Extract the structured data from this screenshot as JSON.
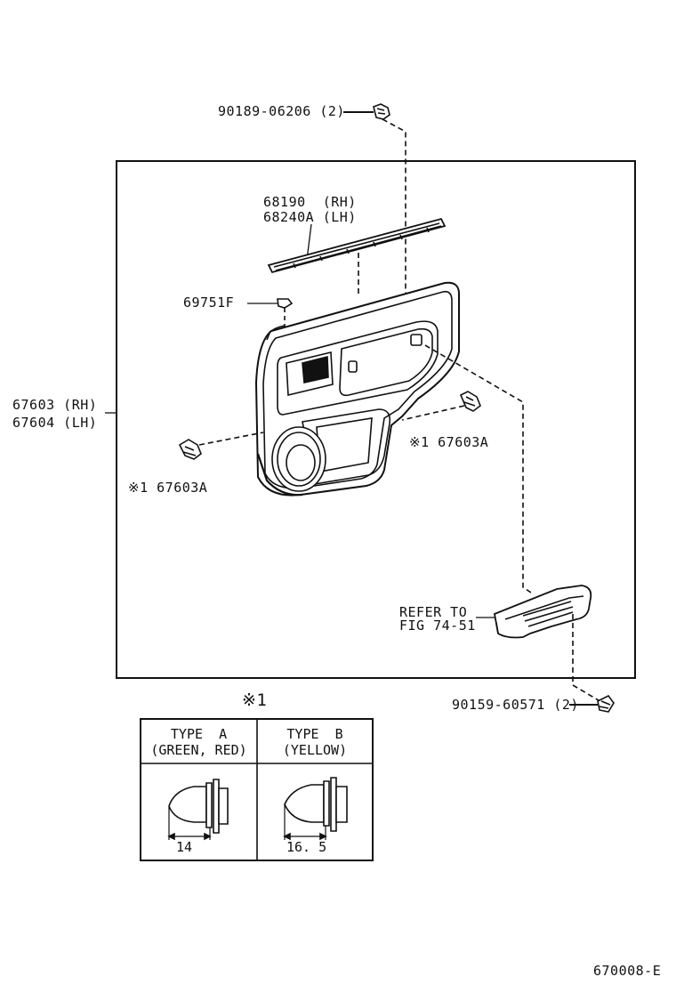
{
  "labels": {
    "bolt_top": "90189-06206 (2)",
    "weatherstrip_rh": "68190  (RH)",
    "weatherstrip_lh": "68240A (LH)",
    "retainer": "69751F",
    "panel_rh": "67603 (RH)",
    "panel_lh": "67604 (LH)",
    "clip_right": "※1 67603A",
    "clip_left": "※1 67603A",
    "refer_line1": "REFER TO",
    "refer_line2": "FIG 74-51",
    "screw_bottom": "90159-60571 (2)",
    "note_mark": "※1",
    "figure_code": "670008-E"
  },
  "clip_table": {
    "types": [
      {
        "title_line1": "TYPE  A",
        "title_line2": "(GREEN, RED)",
        "dimension": "14"
      },
      {
        "title_line1": "TYPE  B",
        "title_line2": "(YELLOW)",
        "dimension": "16. 5"
      }
    ]
  }
}
